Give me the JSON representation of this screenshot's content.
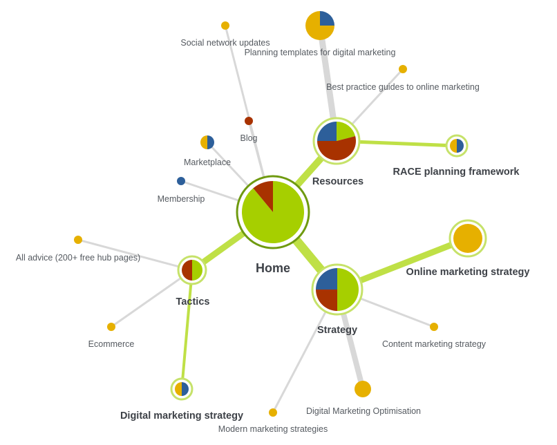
{
  "colors": {
    "green": "#a6cf00",
    "green_ring": "#c6e26a",
    "dark_green_ring": "#6f9a10",
    "red": "#a83200",
    "blue": "#2d5f9a",
    "yellow": "#e6b000",
    "gray_edge": "#d8d8d8",
    "green_edge": "#bfe046"
  },
  "nodes": [
    {
      "id": "home",
      "label": "Home",
      "style": "home",
      "ring": "dark",
      "slices": [
        {
          "color": "green",
          "value": 0.89
        },
        {
          "color": "red",
          "value": 0.11
        }
      ]
    },
    {
      "id": "resources",
      "label": "Resources",
      "style": "bold",
      "ring": "light",
      "slices": [
        {
          "color": "green",
          "value": 0.21
        },
        {
          "color": "red",
          "value": 0.54
        },
        {
          "color": "blue",
          "value": 0.25
        }
      ]
    },
    {
      "id": "strategy",
      "label": "Strategy",
      "style": "bold",
      "ring": "light",
      "slices": [
        {
          "color": "green",
          "value": 0.5
        },
        {
          "color": "red",
          "value": 0.25
        },
        {
          "color": "blue",
          "value": 0.25
        }
      ]
    },
    {
      "id": "tactics",
      "label": "Tactics",
      "style": "bold",
      "ring": "light",
      "slices": [
        {
          "color": "green",
          "value": 0.5
        },
        {
          "color": "red",
          "value": 0.5
        }
      ]
    },
    {
      "id": "race",
      "label": "RACE planning framework",
      "style": "bold",
      "ring": "light",
      "slices": [
        {
          "color": "blue",
          "value": 0.5
        },
        {
          "color": "yellow",
          "value": 0.5
        }
      ]
    },
    {
      "id": "online",
      "label": "Online marketing strategy",
      "style": "bold",
      "ring": "light",
      "slices": [
        {
          "color": "yellow",
          "value": 1
        }
      ]
    },
    {
      "id": "digital",
      "label": "Digital marketing strategy",
      "style": "bold",
      "ring": "light",
      "slices": [
        {
          "color": "blue",
          "value": 0.5
        },
        {
          "color": "yellow",
          "value": 0.5
        }
      ]
    },
    {
      "id": "planning",
      "label": "Planning templates for digital marketing",
      "style": "normal",
      "ring": "none",
      "slices": [
        {
          "color": "blue",
          "value": 0.25
        },
        {
          "color": "yellow",
          "value": 0.75
        }
      ]
    },
    {
      "id": "bestpractice",
      "label": "Best practice guides to online marketing",
      "style": "normal",
      "ring": "none",
      "slices": [
        {
          "color": "yellow",
          "value": 1
        }
      ]
    },
    {
      "id": "social",
      "label": "Social network updates",
      "style": "normal",
      "ring": "none",
      "slices": [
        {
          "color": "yellow",
          "value": 1
        }
      ]
    },
    {
      "id": "blog",
      "label": "Blog",
      "style": "normal",
      "ring": "none",
      "slices": [
        {
          "color": "red",
          "value": 1
        }
      ]
    },
    {
      "id": "marketplace",
      "label": "Marketplace",
      "style": "normal",
      "ring": "none",
      "slices": [
        {
          "color": "blue",
          "value": 0.5
        },
        {
          "color": "yellow",
          "value": 0.5
        }
      ]
    },
    {
      "id": "membership",
      "label": "Membership",
      "style": "normal",
      "ring": "none",
      "slices": [
        {
          "color": "blue",
          "value": 1
        }
      ]
    },
    {
      "id": "alladvice",
      "label": "All advice (200+ free hub pages)",
      "style": "normal",
      "ring": "none",
      "slices": [
        {
          "color": "yellow",
          "value": 1
        }
      ]
    },
    {
      "id": "ecommerce",
      "label": "Ecommerce",
      "style": "normal",
      "ring": "none",
      "slices": [
        {
          "color": "yellow",
          "value": 1
        }
      ]
    },
    {
      "id": "content",
      "label": "Content marketing strategy",
      "style": "normal",
      "ring": "none",
      "slices": [
        {
          "color": "yellow",
          "value": 1
        }
      ]
    },
    {
      "id": "dmo",
      "label": "Digital Marketing Optimisation",
      "style": "normal",
      "ring": "none",
      "slices": [
        {
          "color": "yellow",
          "value": 1
        }
      ]
    },
    {
      "id": "modern",
      "label": "Modern marketing strategies",
      "style": "normal",
      "ring": "none",
      "slices": [
        {
          "color": "yellow",
          "value": 1
        }
      ]
    }
  ],
  "edges": [
    {
      "from": "home",
      "to": "resources",
      "type": "green",
      "weight": 10
    },
    {
      "from": "home",
      "to": "strategy",
      "type": "green",
      "weight": 13
    },
    {
      "from": "home",
      "to": "tactics",
      "type": "green",
      "weight": 9
    },
    {
      "from": "home",
      "to": "social",
      "type": "gray",
      "weight": 3
    },
    {
      "from": "home",
      "to": "blog",
      "type": "gray",
      "weight": 3
    },
    {
      "from": "home",
      "to": "marketplace",
      "type": "gray",
      "weight": 3
    },
    {
      "from": "home",
      "to": "membership",
      "type": "gray",
      "weight": 3
    },
    {
      "from": "resources",
      "to": "planning",
      "type": "gray",
      "weight": 9
    },
    {
      "from": "resources",
      "to": "bestpractice",
      "type": "gray",
      "weight": 3
    },
    {
      "from": "resources",
      "to": "race",
      "type": "green",
      "weight": 5
    },
    {
      "from": "strategy",
      "to": "online",
      "type": "green",
      "weight": 9
    },
    {
      "from": "strategy",
      "to": "content",
      "type": "gray",
      "weight": 3
    },
    {
      "from": "strategy",
      "to": "dmo",
      "type": "gray",
      "weight": 8
    },
    {
      "from": "strategy",
      "to": "modern",
      "type": "gray",
      "weight": 3
    },
    {
      "from": "tactics",
      "to": "alladvice",
      "type": "gray",
      "weight": 3
    },
    {
      "from": "tactics",
      "to": "ecommerce",
      "type": "gray",
      "weight": 3
    },
    {
      "from": "tactics",
      "to": "digital",
      "type": "green",
      "weight": 4
    }
  ]
}
